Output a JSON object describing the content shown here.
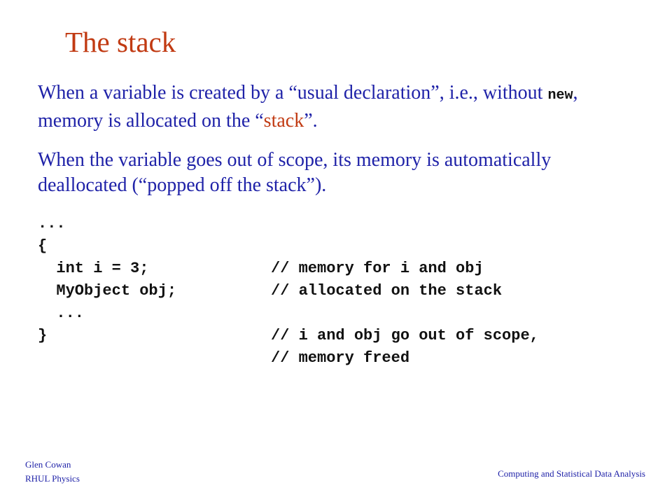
{
  "slide": {
    "title": "The stack",
    "paragraph1": {
      "before": "When a variable is created by a “usual declaration”, i.e., without ",
      "code": "new",
      "middle": ", memory is allocated on the “",
      "highlight": "stack",
      "after": "”."
    },
    "paragraph2": "When the variable goes out of scope, its memory is automatically deallocated (“popped off the stack”).",
    "code_lines": [
      {
        "text": "...",
        "comment": ""
      },
      {
        "text": "{",
        "comment": ""
      },
      {
        "text": "  int i = 3;",
        "comment": "// memory for i and obj"
      },
      {
        "text": "  MyObject obj;",
        "comment": "// allocated on the stack"
      },
      {
        "text": "  ...",
        "comment": ""
      },
      {
        "text": "}",
        "comment": "// i and obj go out of scope,"
      },
      {
        "text": "",
        "comment": "// memory freed"
      }
    ],
    "footer": {
      "author": "Glen Cowan",
      "affiliation": "RHUL Physics",
      "course": "Computing and Statistical Data Analysis"
    }
  }
}
